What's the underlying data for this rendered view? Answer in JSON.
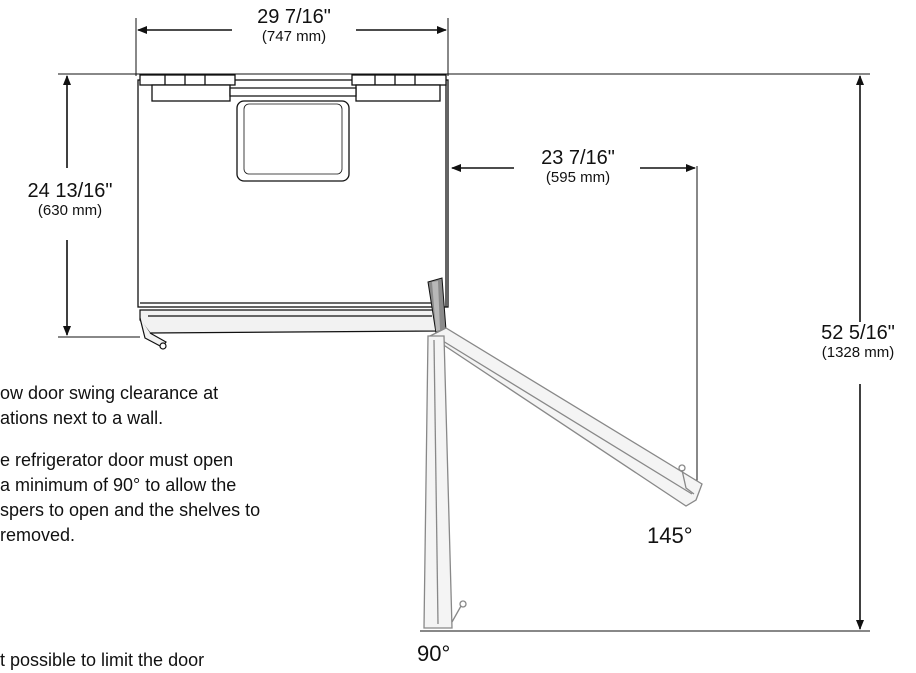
{
  "dimensions": {
    "width": {
      "inches": "29 7/16\"",
      "mm": "(747 mm)"
    },
    "depth": {
      "inches": "24 13/16\"",
      "mm": "(630 mm)"
    },
    "door_reach": {
      "inches": "23 7/16\"",
      "mm": "(595 mm)"
    },
    "total_depth": {
      "inches": "52 5/16\"",
      "mm": "(1328 mm)"
    }
  },
  "angles": {
    "wide": "145°",
    "minimum": "90°"
  },
  "notes": {
    "para1_line1": "ow door swing clearance at",
    "para1_line2": "ations next to a wall.",
    "para2_line1": "e refrigerator door must open",
    "para2_line2": "a minimum of 90° to allow the",
    "para2_line3": "spers to open and the shelves to",
    "para2_line4": "removed.",
    "para3_line1": "t possible to limit the door"
  },
  "colors": {
    "line": "#111111",
    "door_fill": "#f2f2f2",
    "hinge_cap": "#8a8a8a"
  }
}
